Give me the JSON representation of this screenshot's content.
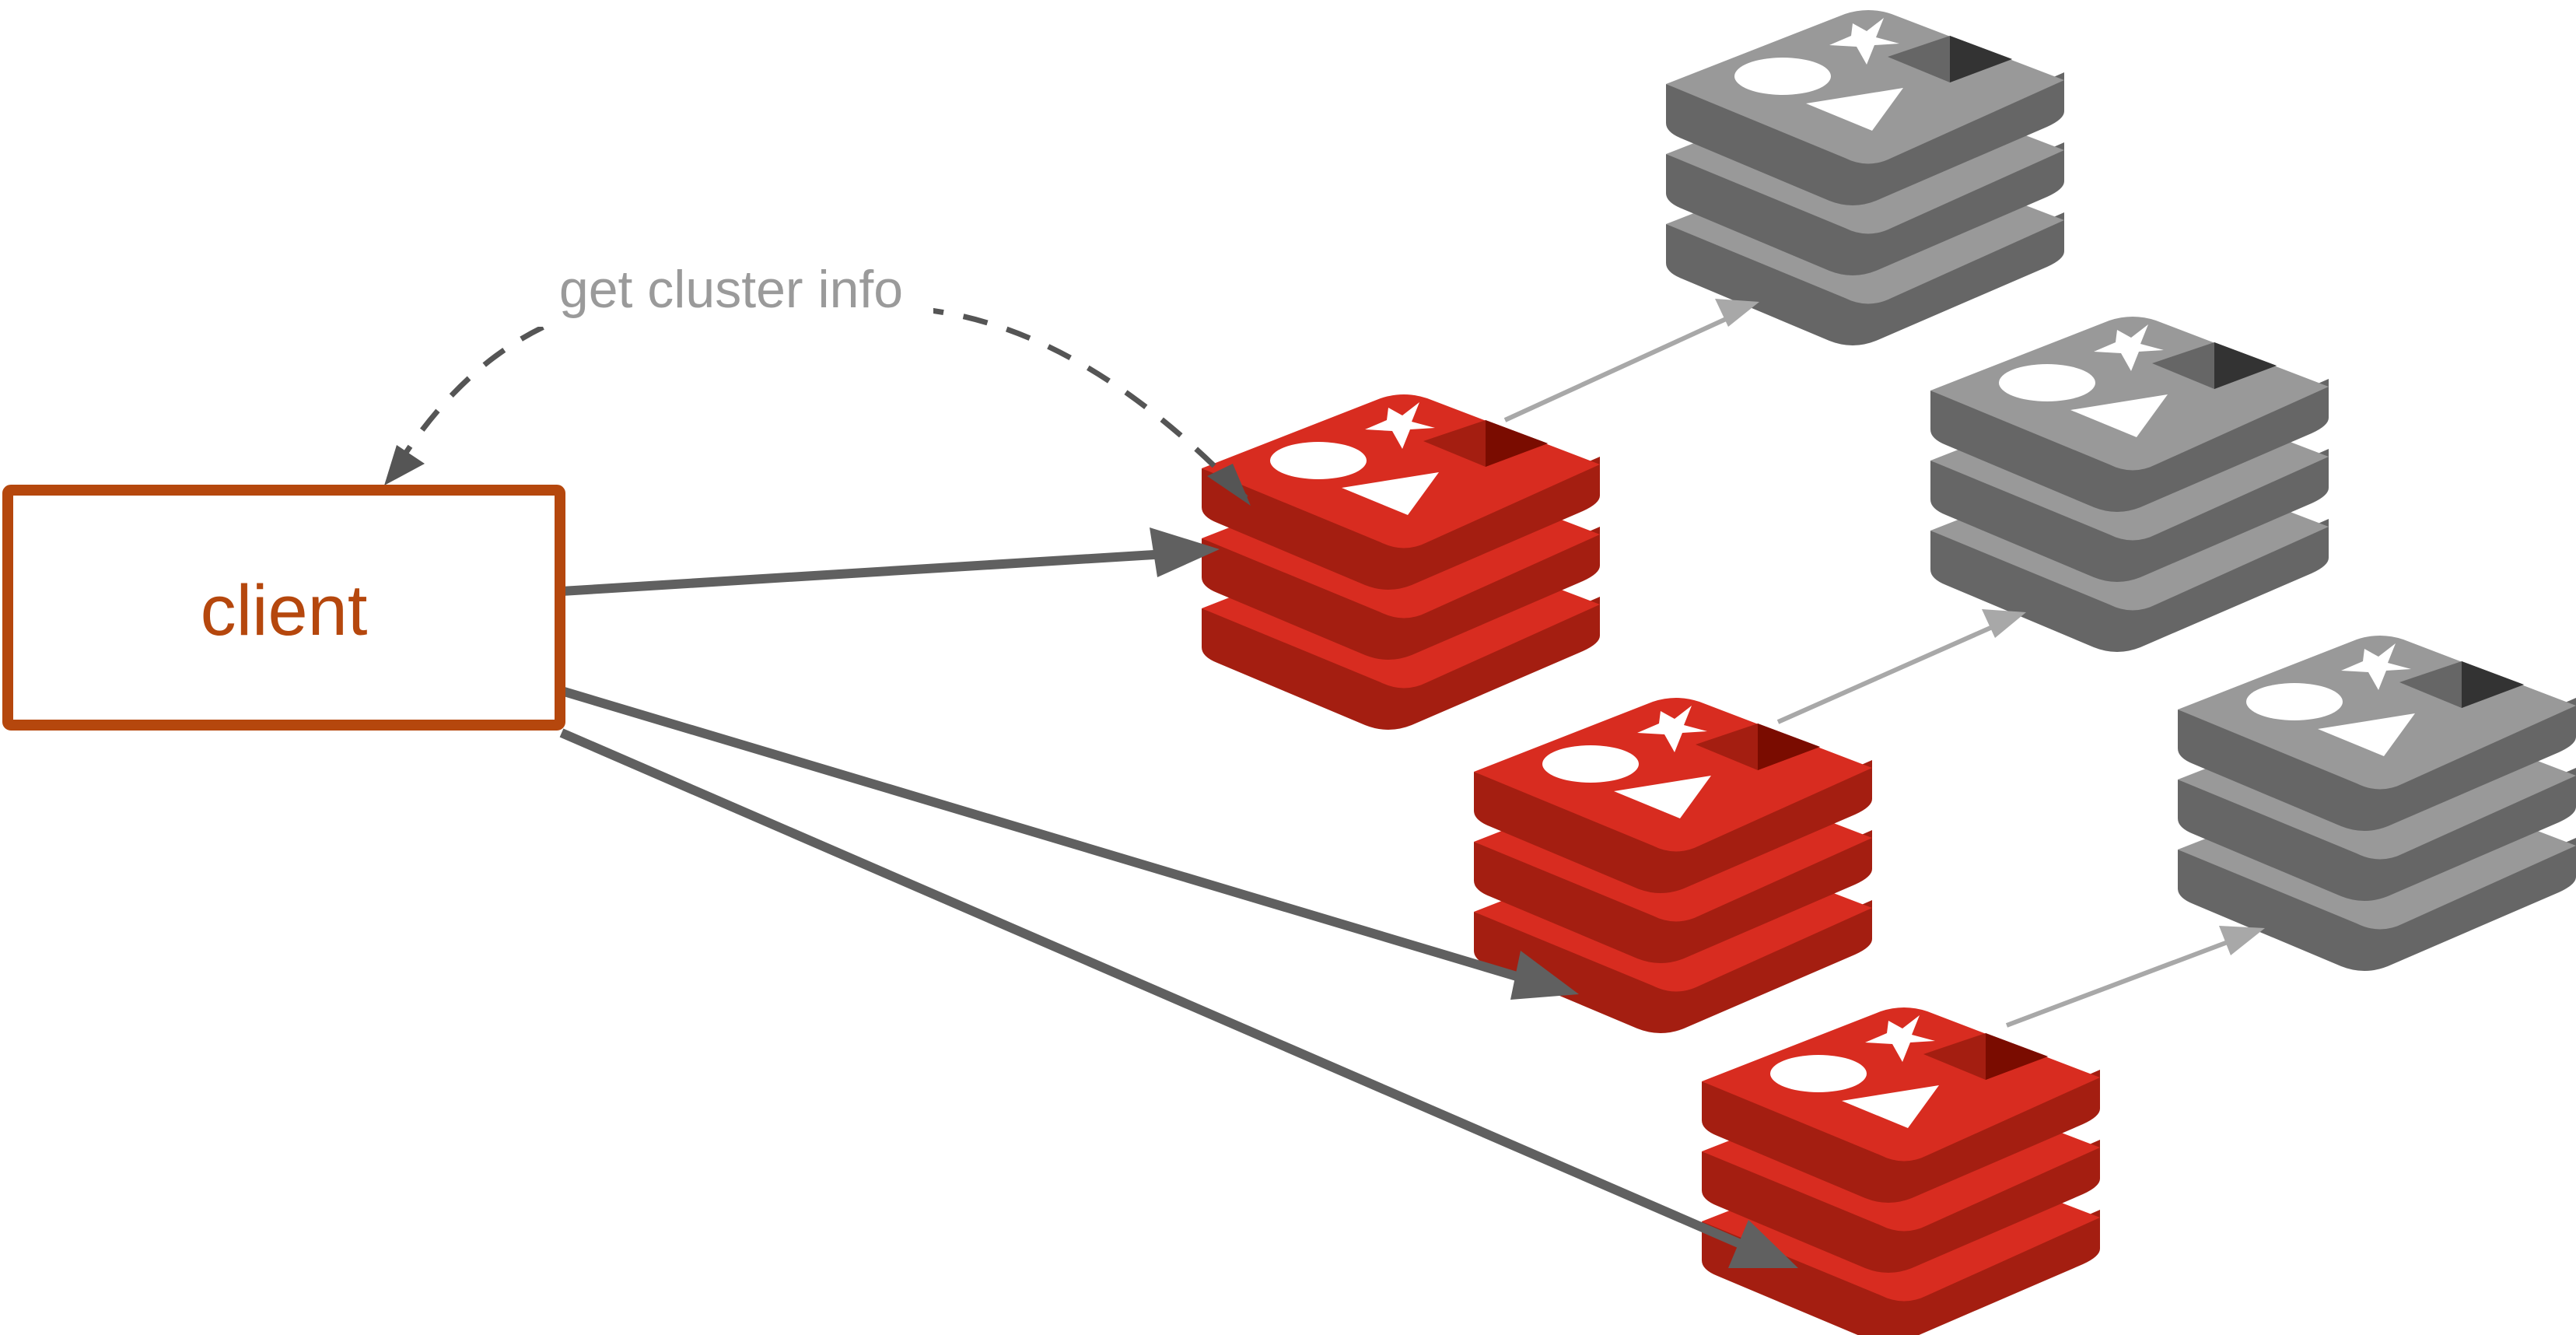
{
  "client": {
    "label": "client"
  },
  "annotation": {
    "text": "get cluster info"
  },
  "nodes": {
    "primaries": [
      {
        "role": "primary",
        "icon": "redis-logo-icon"
      },
      {
        "role": "primary",
        "icon": "redis-logo-icon"
      },
      {
        "role": "primary",
        "icon": "redis-logo-icon"
      }
    ],
    "replicas": [
      {
        "role": "replica",
        "icon": "redis-logo-icon"
      },
      {
        "role": "replica",
        "icon": "redis-logo-icon"
      },
      {
        "role": "replica",
        "icon": "redis-logo-icon"
      }
    ]
  },
  "colors": {
    "client_border": "#b5470d",
    "client_text": "#b5470d",
    "annotation_text": "#9a9a9a",
    "primary_top": "#d82c20",
    "primary_side": "#a41e11",
    "primary_dark": "#7a0c00",
    "replica_top": "#999999",
    "replica_side": "#666666",
    "replica_dark": "#333333",
    "request_arrow": "#606060",
    "replication_arrow": "#a8a8a8",
    "logo_symbol": "#ffffff"
  }
}
